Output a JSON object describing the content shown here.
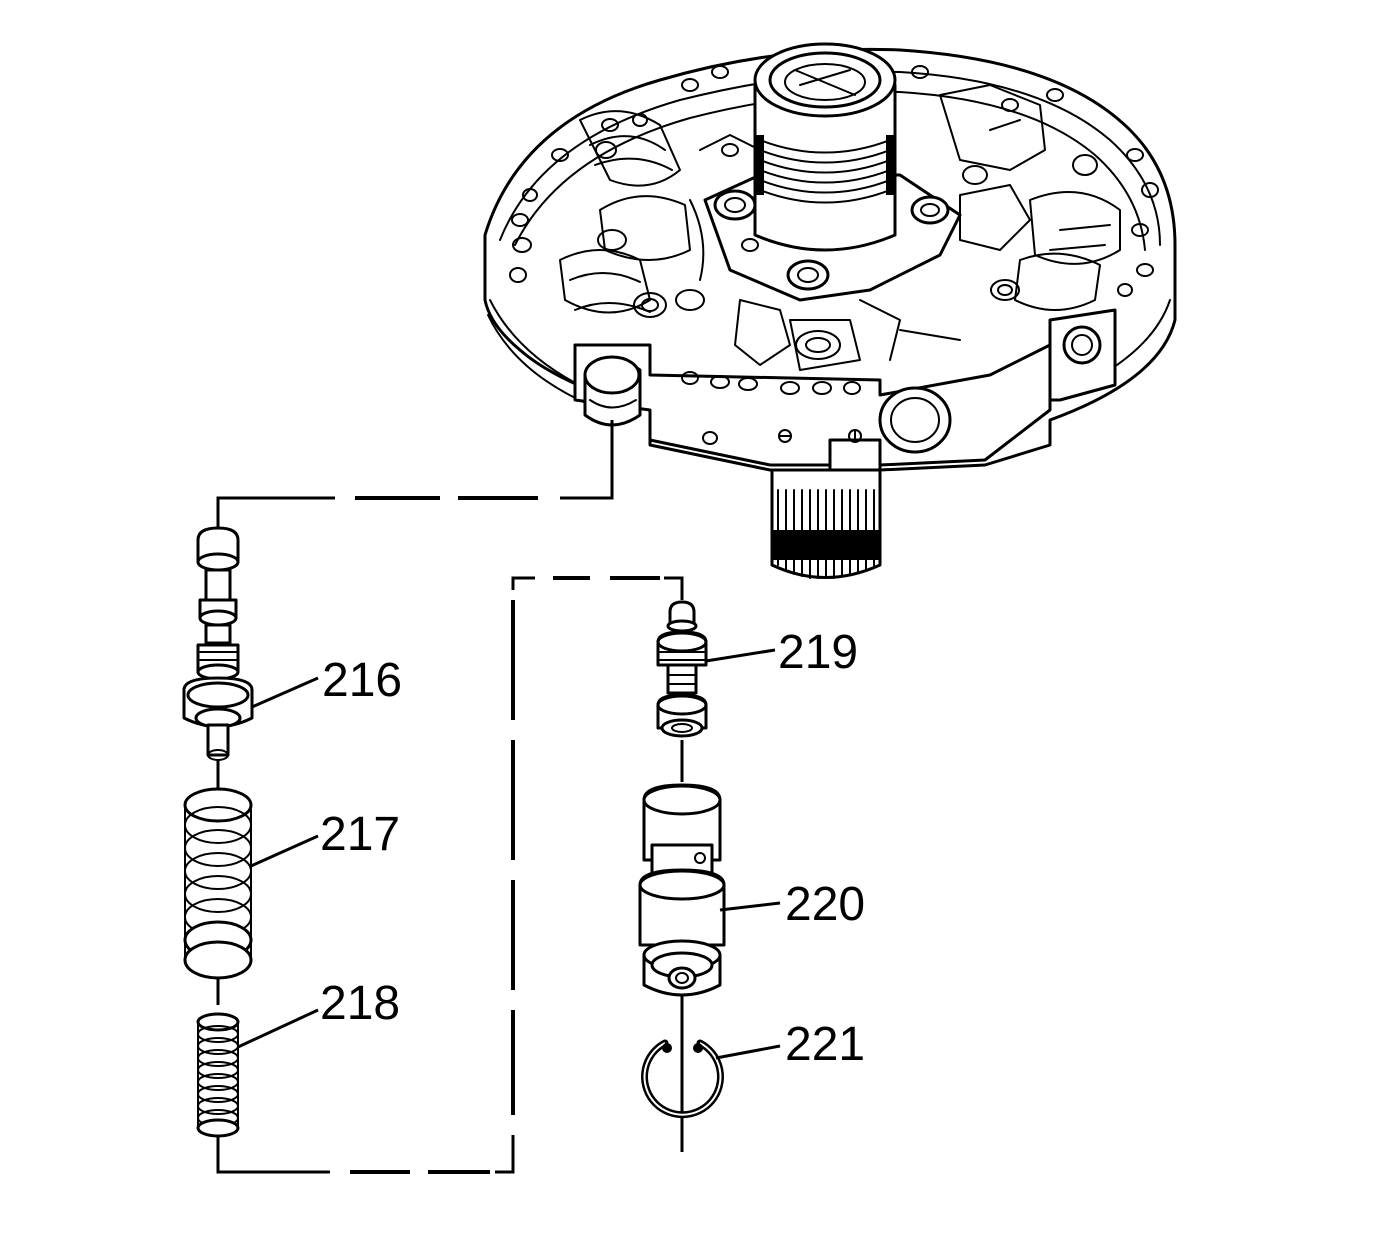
{
  "diagram": {
    "colors": {
      "ink": "#000000",
      "paper": "#ffffff"
    },
    "parts": [
      {
        "id": "216",
        "label": "216"
      },
      {
        "id": "217",
        "label": "217"
      },
      {
        "id": "218",
        "label": "218"
      },
      {
        "id": "219",
        "label": "219"
      },
      {
        "id": "220",
        "label": "220"
      },
      {
        "id": "221",
        "label": "221"
      }
    ]
  }
}
